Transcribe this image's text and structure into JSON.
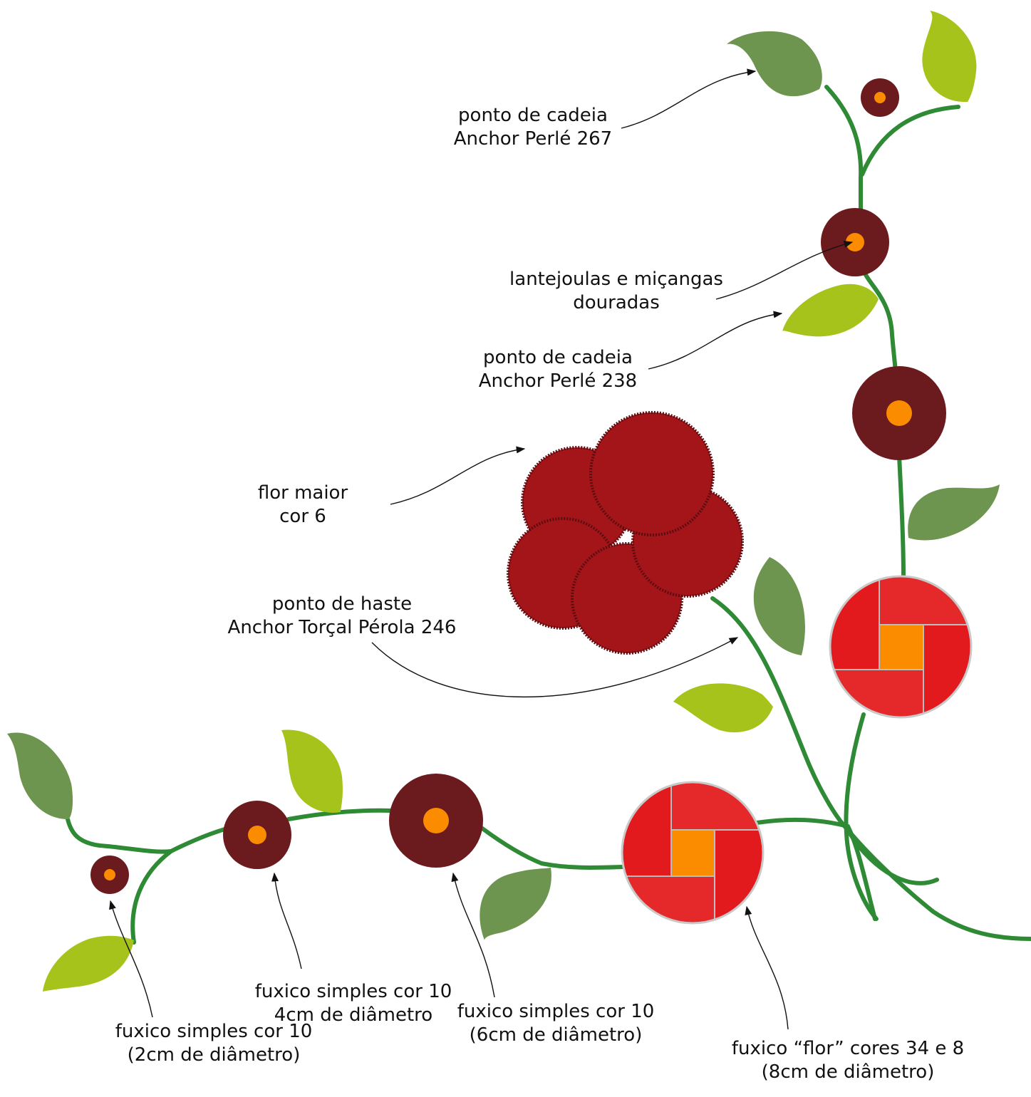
{
  "colors": {
    "stem": "#2f8a35",
    "leaf_dark": "#6d954f",
    "leaf_light": "#a6c31b",
    "fuxico_simples": "#6b1a1e",
    "center": "#fb8c00",
    "flor_maior": "#a31519",
    "fuxico_flor_a": "#e5282a",
    "fuxico_flor_b": "#e21a1d"
  },
  "labels": {
    "cadeia_267": {
      "line1": "ponto de cadeia",
      "line2": "Anchor Perlé 267"
    },
    "lantejoulas": {
      "line1": "lantejoulas e miçangas",
      "line2": "douradas"
    },
    "cadeia_238": {
      "line1": "ponto de cadeia",
      "line2": "Anchor Perlé 238"
    },
    "flor_maior": {
      "line1": "flor maior",
      "line2": "cor 6"
    },
    "haste": {
      "line1": "ponto de haste",
      "line2": "Anchor Torçal Pérola 246"
    },
    "fuxico_2cm": {
      "line1": "fuxico simples cor 10",
      "line2": "(2cm de diâmetro)"
    },
    "fuxico_4cm": {
      "line1": "fuxico simples cor 10",
      "line2": "4cm de diâmetro"
    },
    "fuxico_6cm": {
      "line1": "fuxico simples cor 10",
      "line2": "(6cm de diâmetro)"
    },
    "fuxico_flor": {
      "line1": "fuxico “flor” cores 34 e 8",
      "line2": "(8cm de diâmetro)"
    }
  }
}
